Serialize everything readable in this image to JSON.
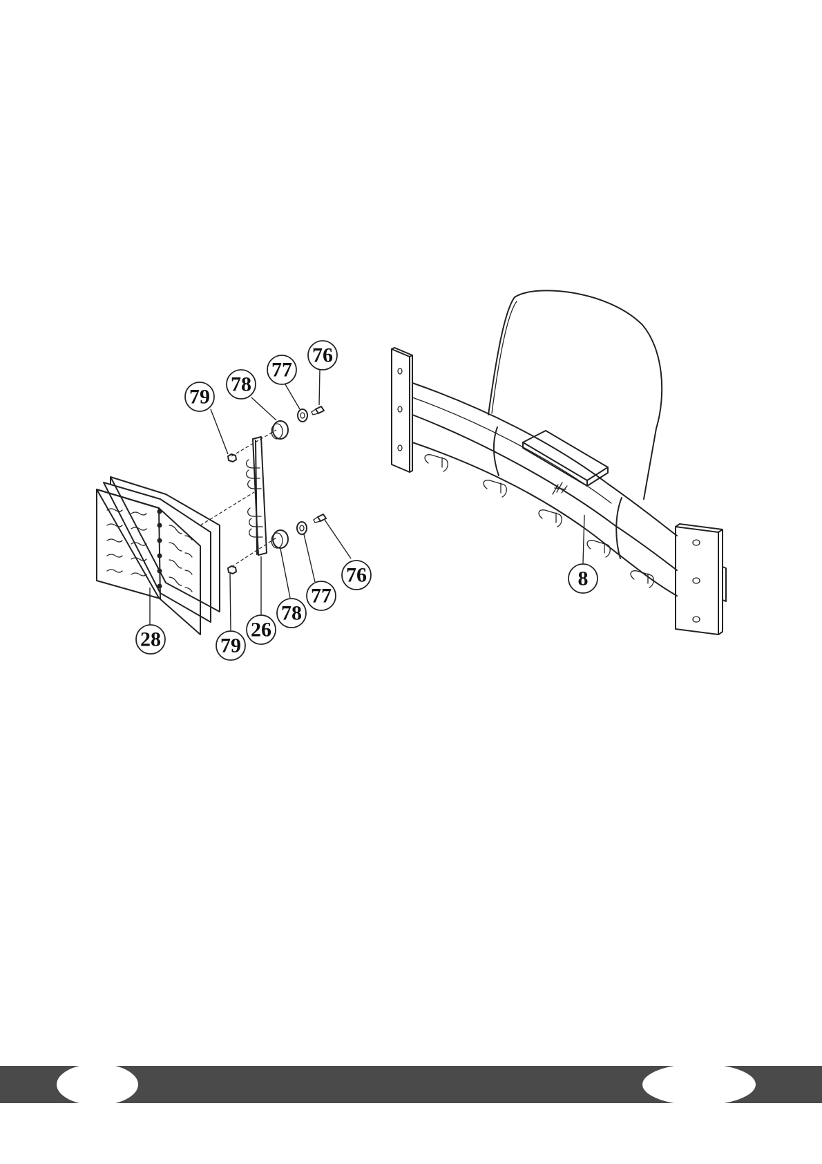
{
  "callouts": {
    "c76a": "76",
    "c77a": "77",
    "c78a": "78",
    "c79a": "79",
    "c76b": "76",
    "c77b": "77",
    "c78b": "78",
    "c79b": "79",
    "c26": "26",
    "c28": "28",
    "c8": "8"
  },
  "footer": {
    "page_left": "",
    "page_right": ""
  }
}
